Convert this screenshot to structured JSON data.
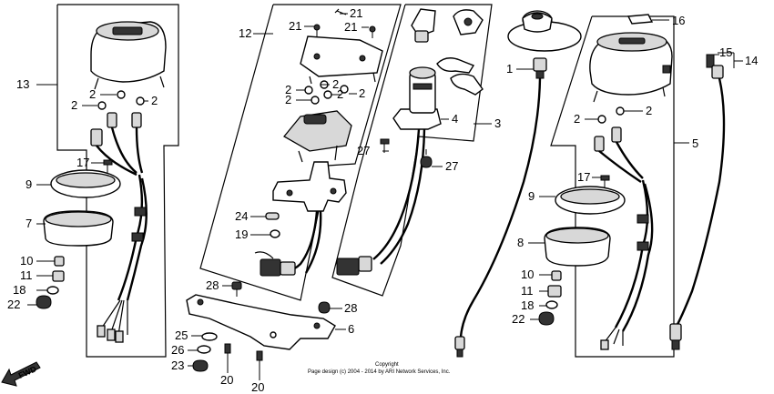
{
  "callouts": {
    "c1": "1",
    "c2": "2",
    "c3": "3",
    "c4": "4",
    "c5": "5",
    "c6": "6",
    "c7": "7",
    "c8": "8",
    "c9": "9",
    "c10": "10",
    "c11": "11",
    "c12": "12",
    "c13": "13",
    "c14": "14",
    "c15": "15",
    "c16": "16",
    "c17": "17",
    "c18": "18",
    "c19": "19",
    "c20": "20",
    "c21": "21",
    "c22": "22",
    "c23": "23",
    "c24": "24",
    "c25": "25",
    "c26": "26",
    "c27": "27",
    "c28": "28"
  },
  "copyright": {
    "line1": "Copyright",
    "line2": "Page design (c) 2004 - 2014 by ARI Network Services, Inc."
  },
  "fwd_label": "FWD"
}
